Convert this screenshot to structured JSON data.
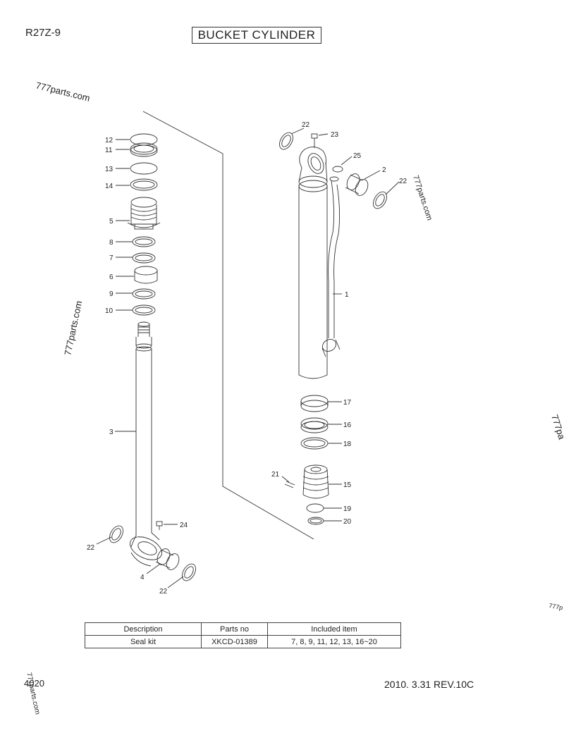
{
  "header": {
    "model": "R27Z-9",
    "title": "BUCKET CYLINDER"
  },
  "watermarks": {
    "top_left": "777parts.com",
    "right_upper": "777parts.com",
    "left_middle": "777parts.com",
    "right_edge": "777pa",
    "right_lower": "777p",
    "bottom_left": "777parts.com"
  },
  "callouts": {
    "p1": "1",
    "p2": "2",
    "p3": "3",
    "p4": "4",
    "p5": "5",
    "p6": "6",
    "p7": "7",
    "p8": "8",
    "p9": "9",
    "p10": "10",
    "p11": "11",
    "p12": "12",
    "p13": "13",
    "p14": "14",
    "p15": "15",
    "p16": "16",
    "p17": "17",
    "p18": "18",
    "p19": "19",
    "p20": "20",
    "p21": "21",
    "p22a": "22",
    "p22b": "22",
    "p22c": "22",
    "p22d": "22",
    "p23": "23",
    "p24": "24",
    "p25": "25"
  },
  "seal_table": {
    "headers": [
      "Description",
      "Parts no",
      "Included item"
    ],
    "rows": [
      [
        "Seal kit",
        "XKCD-01389",
        "7, 8, 9, 11, 12, 13, 16~20"
      ]
    ]
  },
  "footer": {
    "page_number": "4020",
    "revision": "2010. 3.31  REV.10C"
  }
}
